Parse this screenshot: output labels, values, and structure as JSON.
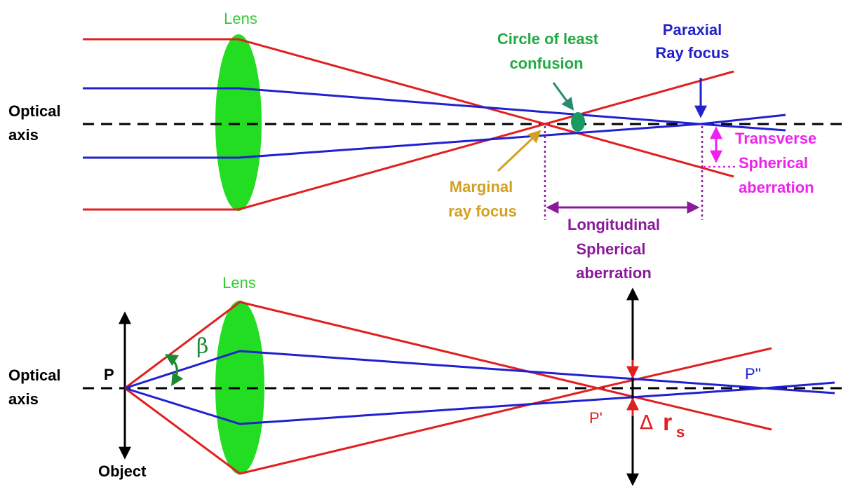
{
  "colors": {
    "red_ray": "#e02020",
    "blue_ray": "#2020d0",
    "lens": "#22dd22",
    "lens_label": "#33cc33",
    "axis": "#000000",
    "circle_label": "#22aa44",
    "circle_spot": "#1a9960",
    "marginal": "#d4a020",
    "paraxial": "#2222cc",
    "longitudinal": "#8a1a9a",
    "transverse": "#ee22ee"
  },
  "top": {
    "lens_label": "Lens",
    "axis_label_line1": "Optical",
    "axis_label_line2": "axis",
    "circle_label_line1": "Circle of least",
    "circle_label_line2": "confusion",
    "paraxial_label_line1": "Paraxial",
    "paraxial_label_line2": "Ray focus",
    "transverse_label_line1": "Transverse",
    "transverse_label_line2": "Spherical",
    "transverse_label_line3": "aberration",
    "marginal_label_line1": "Marginal",
    "marginal_label_line2": "ray focus",
    "longitudinal_label_line1": "Longitudinal",
    "longitudinal_label_line2": "Spherical",
    "longitudinal_label_line3": "aberration"
  },
  "bottom": {
    "lens_label": "Lens",
    "axis_label_line1": "Optical",
    "axis_label_line2": "axis",
    "point_p": "P",
    "beta": "β",
    "point_p_prime": "P'",
    "point_p_double_prime": "P''",
    "delta": "Δ",
    "r": "r",
    "r_subscript": "s",
    "object_label": "Object"
  }
}
